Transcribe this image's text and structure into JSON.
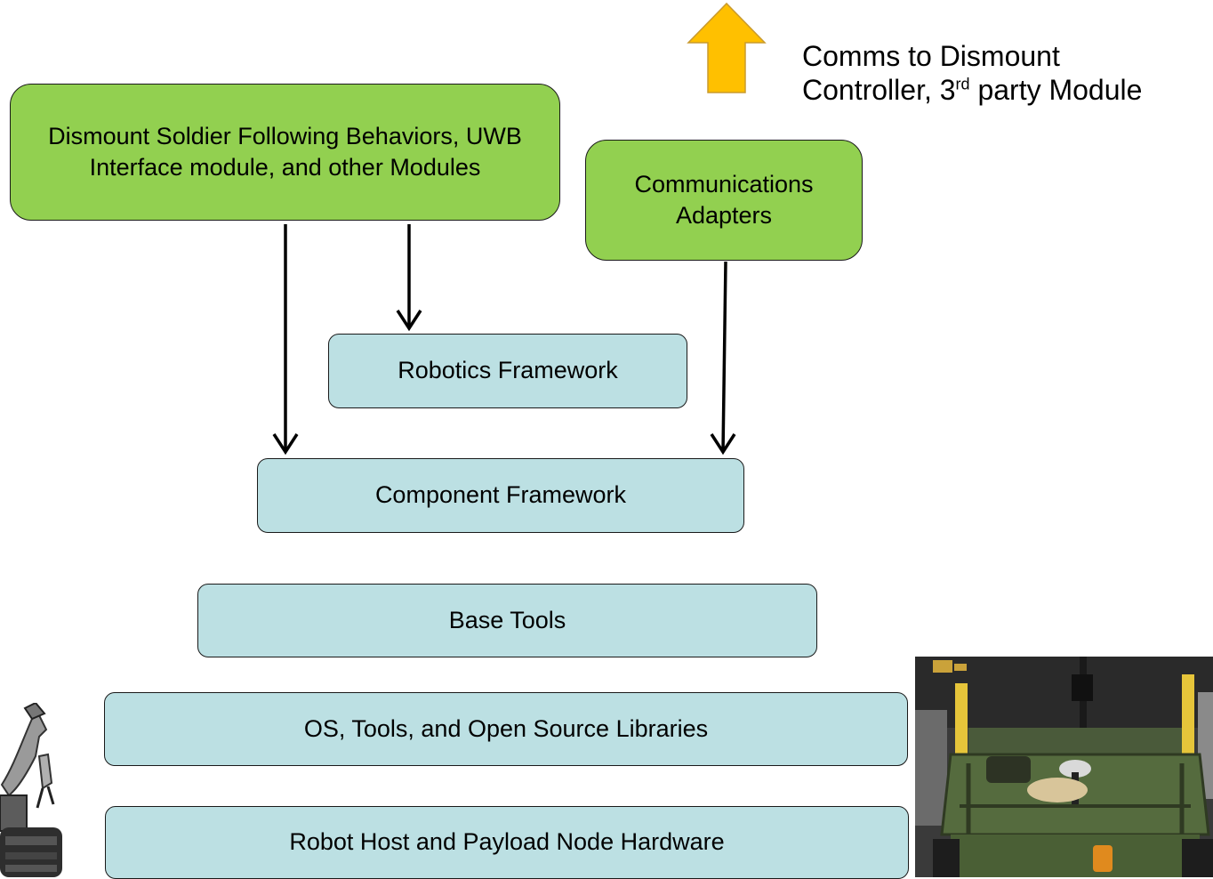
{
  "boxes": {
    "dismount_modules": "Dismount Soldier Following Behaviors, UWB Interface module, and other Modules",
    "comms_adapters": "Communications Adapters",
    "robotics_framework": "Robotics Framework",
    "component_framework": "Component Framework",
    "base_tools": "Base Tools",
    "os_libraries": "OS, Tools, and Open Source Libraries",
    "robot_hardware": "Robot Host and Payload Node Hardware"
  },
  "comms_note": {
    "line1": "Comms to Dismount",
    "line2_prefix": "Controller, 3",
    "line2_sup": "rd",
    "line2_suffix": " party Module"
  },
  "colors": {
    "module_fill": "#92d050",
    "framework_fill": "#bce0e3",
    "external_arrow": "#ffc000"
  },
  "images": {
    "left": "robot-arm-photo",
    "right": "military-vehicle-photo"
  }
}
